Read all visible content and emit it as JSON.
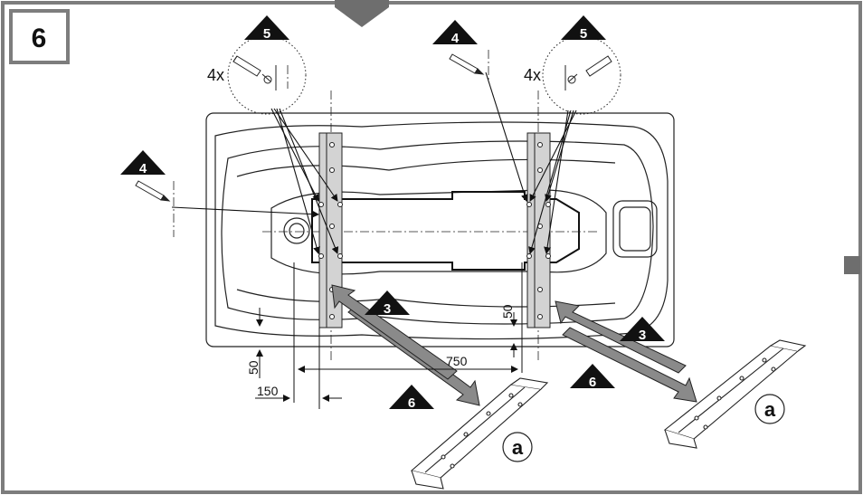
{
  "figure": {
    "step_number": "6",
    "dimensions": {
      "width_750": "750",
      "offset_150": "150",
      "edge_50_left": "50",
      "edge_50_mid": "50"
    },
    "quantity_left": "4x",
    "quantity_right": "4x",
    "callouts": {
      "c5_left": "5",
      "c5_right": "5",
      "c4_top": "4",
      "c4_left": "4",
      "c3_left": "3",
      "c3_right": "3",
      "c6_left": "6",
      "c6_right": "6"
    },
    "part_label_left": "a",
    "part_label_right": "a"
  },
  "colors": {
    "frame": "#7d7d7d",
    "callout": "#111111",
    "rail": "#d3d3d3",
    "arrow": "#8a8a8a"
  },
  "icons": [
    "down-arrow-icon",
    "pencil-icon",
    "screw-icon",
    "side-tab-icon"
  ]
}
